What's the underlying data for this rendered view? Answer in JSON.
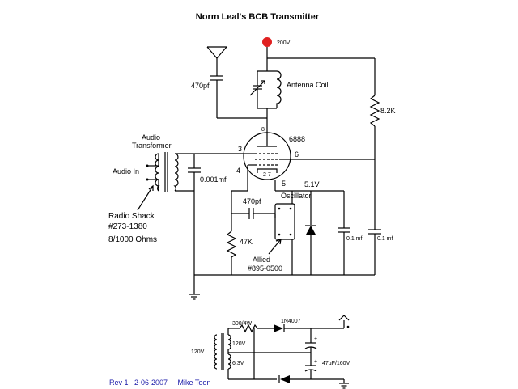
{
  "title": "Norm Leal's BCB Transmitter",
  "supply": {
    "b_plus": "200V",
    "b_plus_color": "#e02020"
  },
  "labels": {
    "antenna_cap": "470pf",
    "antenna_coil": "Antenna Coil",
    "plate_resistor": "8.2K",
    "tube": "6888",
    "pin8": "8",
    "pin3": "3",
    "pin6": "6",
    "pin4": "4",
    "pin5": "5",
    "pin27": "2 7",
    "audio_transformer_1": "Audio",
    "audio_transformer_2": "Transformer",
    "audio_in": "Audio In",
    "coupling_cap": "0.001mf",
    "zener": "5.1V",
    "grid_cap": "470pf",
    "oscillator": "Oscillator",
    "grid_resistor": "47K",
    "bypass1": "0.1 mf",
    "bypass2": "0.1 mf",
    "rs_1": "Radio Shack",
    "rs_2": "#273-1380",
    "rs_3": "8/1000 Ohms",
    "allied_1": "Allied",
    "allied_2": "#895-0500"
  },
  "psu": {
    "resistor": "300/4W",
    "diode": "1N4007",
    "primary": "120V",
    "secondary_hi": "120V",
    "secondary_lo": "6.3V",
    "filter": "47uF/160V",
    "plus1": "+",
    "plus2": "+"
  },
  "revision": {
    "text": "Rev 1   2-06-2007     Mike Toon",
    "color": "#1a1aa8"
  }
}
